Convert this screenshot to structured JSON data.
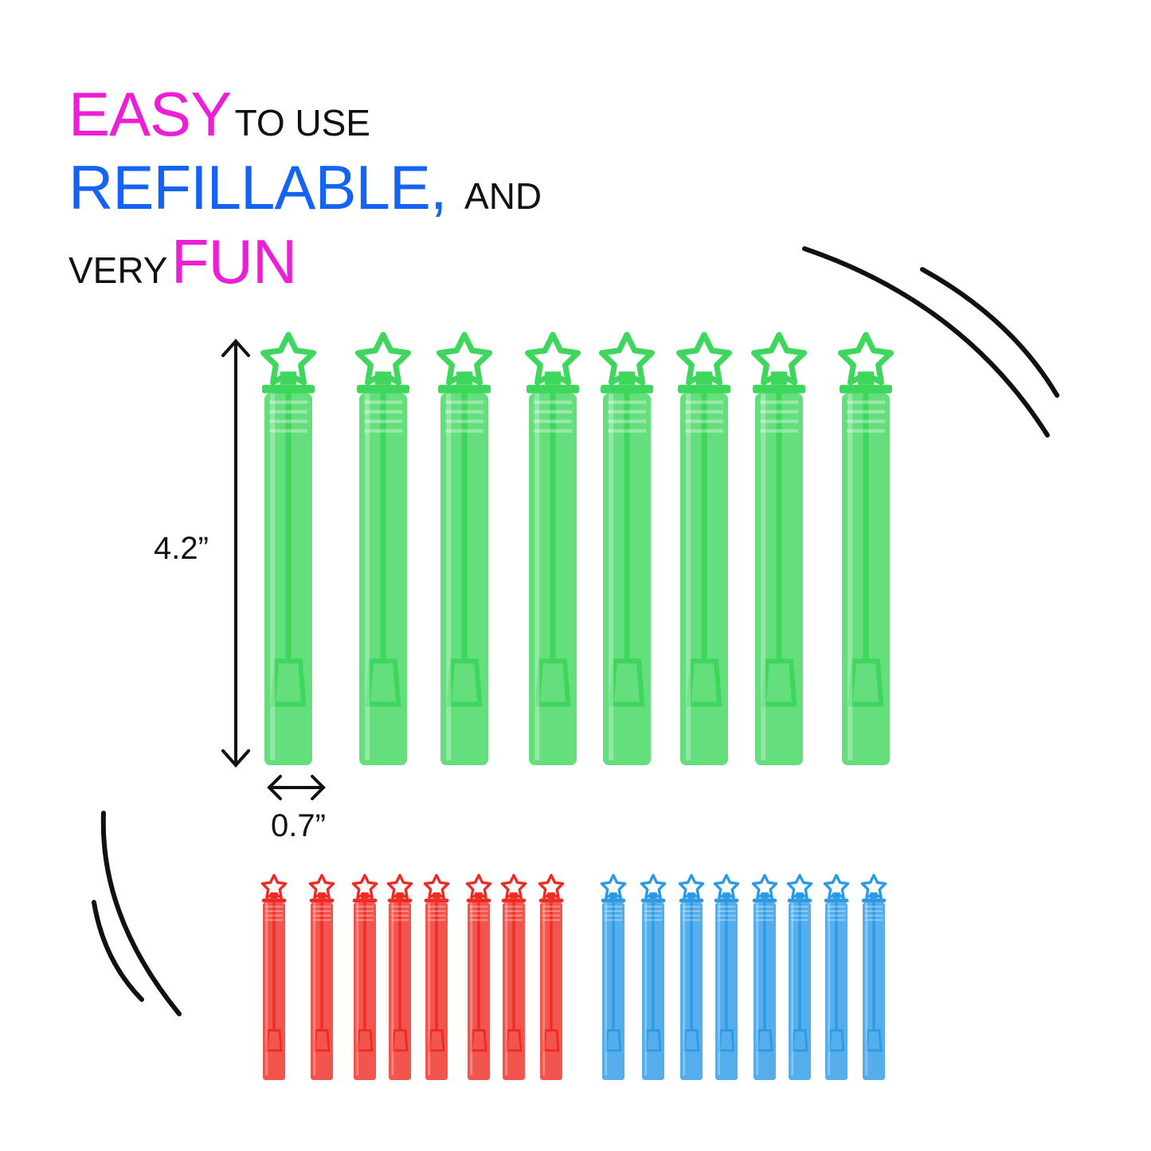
{
  "headline": {
    "line1": {
      "highlight": "EASY",
      "rest": "TO USE"
    },
    "line2": {
      "highlight": "REFILLABLE,",
      "rest": "AND"
    },
    "line3": {
      "lead": "VERY",
      "highlight": "FUN"
    }
  },
  "dimensions": {
    "height": "4.2”",
    "width": "0.7”"
  },
  "products": {
    "green_count": 8,
    "red_count": 8,
    "blue_count": 8
  },
  "colors": {
    "magenta": "#ee1dd6",
    "blue_text": "#1463f2",
    "green": "#3fd65e",
    "red": "#ee2a22",
    "blue": "#2a9ae6"
  }
}
